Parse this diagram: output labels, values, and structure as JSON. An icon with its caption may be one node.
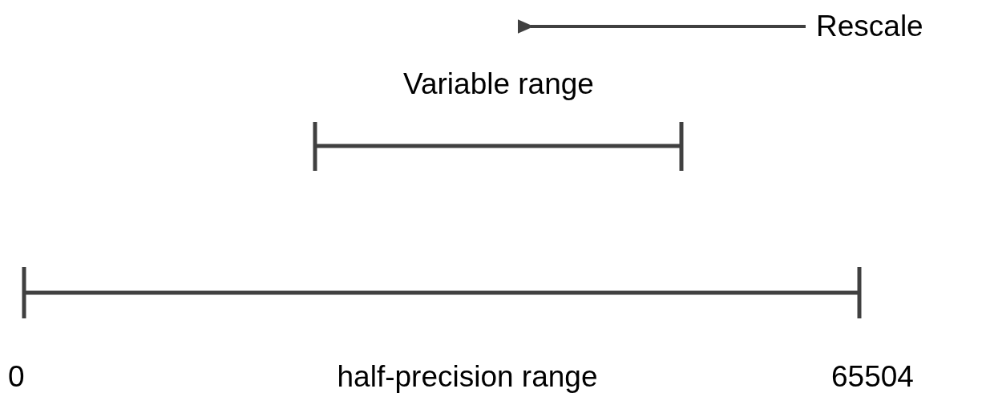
{
  "diagram": {
    "labels": [
      "Rescale",
      "Variable range",
      "0",
      "half-precision range",
      "65504"
    ]
  }
}
